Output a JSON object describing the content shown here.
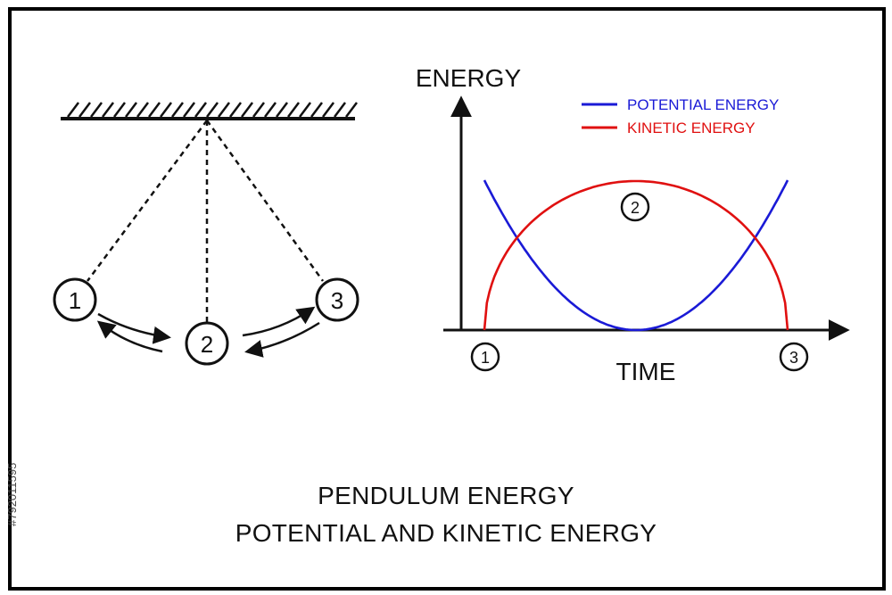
{
  "title": {
    "line1": "PENDULUM ENERGY",
    "line2": "POTENTIAL AND KINETIC ENERGY"
  },
  "pendulum": {
    "positions": [
      "1",
      "2",
      "3"
    ]
  },
  "graph": {
    "ylabel": "ENERGY",
    "xlabel": "TIME",
    "legend": [
      {
        "label": "POTENTIAL ENERGY",
        "color": "#1a1ad6"
      },
      {
        "label": "KINETIC ENERGY",
        "color": "#e01010"
      }
    ],
    "markers": {
      "start": "1",
      "middle": "2",
      "end": "3"
    }
  },
  "stock_id": "#792011595",
  "colors": {
    "potential": "#1a1ad6",
    "kinetic": "#e01010",
    "ink": "#111111"
  }
}
